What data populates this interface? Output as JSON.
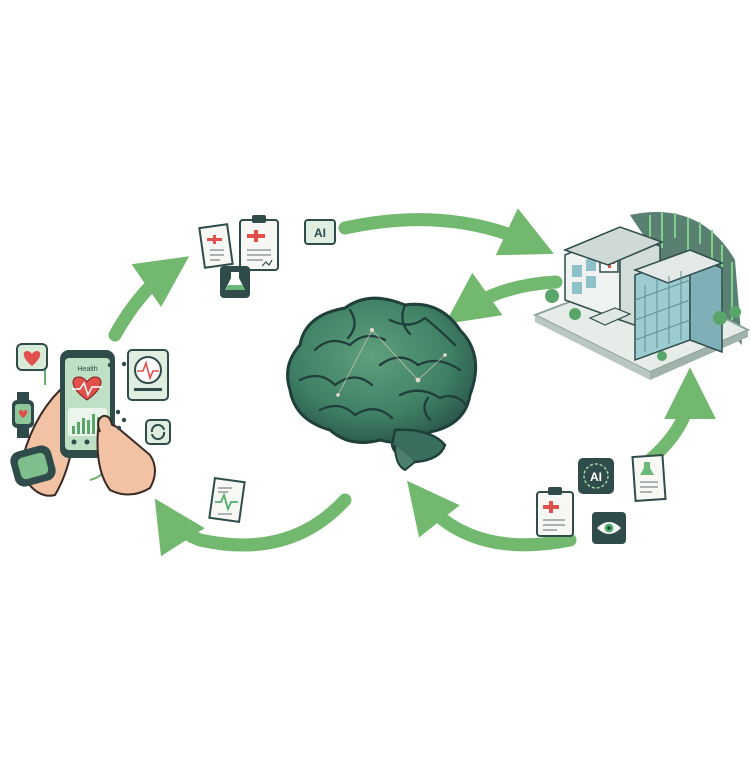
{
  "phone": {
    "screen_title": "Health"
  },
  "badges": {
    "top_ai": "AI",
    "bottom_ai": "AI"
  },
  "colors": {
    "arrow_green": "#72b86e",
    "dark_teal": "#2f4c4a",
    "mint": "#cfe8cf",
    "brain_green": "#3f7f64",
    "brain_dark": "#1f3f3a",
    "heart_red": "#e2504c",
    "skin": "#f2c2a5",
    "building_glass": "#9ccbd0",
    "building_wall": "#eef2f0"
  },
  "icons": [
    "smartphone-icon",
    "heart-icon",
    "smartwatch-icon",
    "hand-icon",
    "ecg-monitor-icon",
    "refresh-icon",
    "medical-document-icon",
    "clipboard-icon",
    "lab-flask-icon",
    "ai-badge-icon",
    "hospital-icon",
    "data-stream-icon",
    "brain-icon",
    "eye-icon",
    "report-icon"
  ]
}
